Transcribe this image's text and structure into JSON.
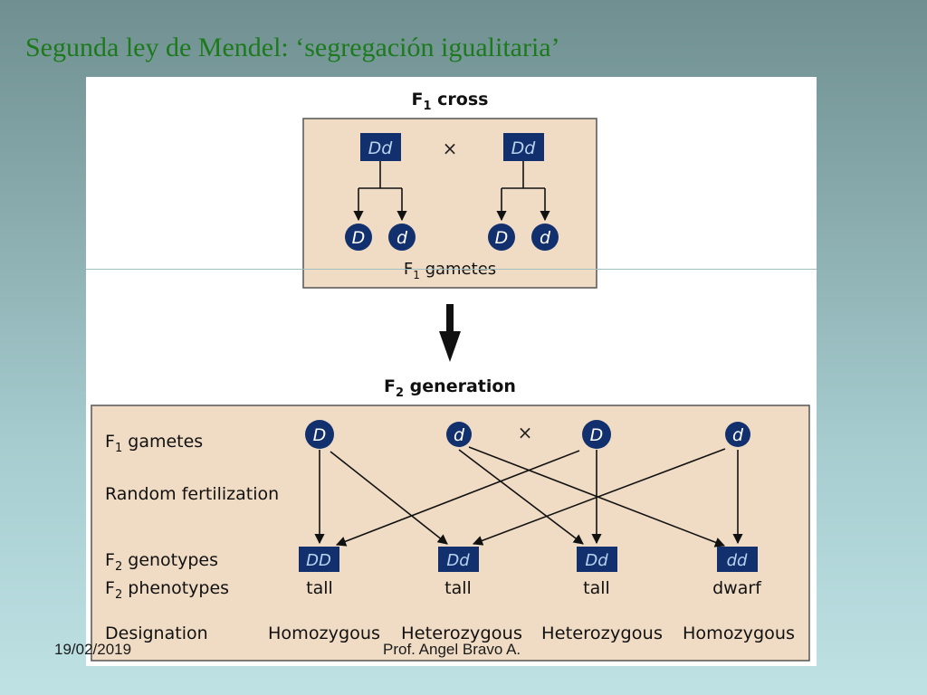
{
  "slide": {
    "title": "Segunda ley de Mendel: ‘segregación igualitaria’",
    "date": "19/02/2019",
    "author": "Prof. Angel Bravo A."
  },
  "f1_cross": {
    "title_main": "F",
    "title_sub": "1",
    "title_rest": " cross",
    "parent_left": "Dd",
    "parent_right": "Dd",
    "cross_symbol": "×",
    "gametes": [
      "D",
      "d",
      "D",
      "d"
    ],
    "gametes_label_main": "F",
    "gametes_label_sub": "1",
    "gametes_label_rest": " gametes"
  },
  "f2_generation": {
    "title_main": "F",
    "title_sub": "2",
    "title_rest": " generation",
    "row_labels": {
      "gametes": {
        "main": "F",
        "sub": "1",
        "rest": " gametes"
      },
      "fertilization": "Random fertilization",
      "genotypes": {
        "main": "F",
        "sub": "2",
        "rest": " genotypes"
      },
      "phenotypes": {
        "main": "F",
        "sub": "2",
        "rest": " phenotypes"
      },
      "designation": "Designation"
    },
    "gametes": [
      "D",
      "d",
      "D",
      "d"
    ],
    "cross_symbol": "×",
    "genotypes": [
      "DD",
      "Dd",
      "Dd",
      "dd"
    ],
    "phenotypes": [
      "tall",
      "tall",
      "tall",
      "dwarf"
    ],
    "designations": [
      "Homozygous",
      "Heterozygous",
      "Heterozygous",
      "Homozygous"
    ]
  },
  "colors": {
    "panel_fill": "#f0dcc4",
    "node_fill": "#12306e",
    "node_text": "#ffffff",
    "genotype_text": "#b9d2ee",
    "title_green": "#1c7a1c"
  }
}
